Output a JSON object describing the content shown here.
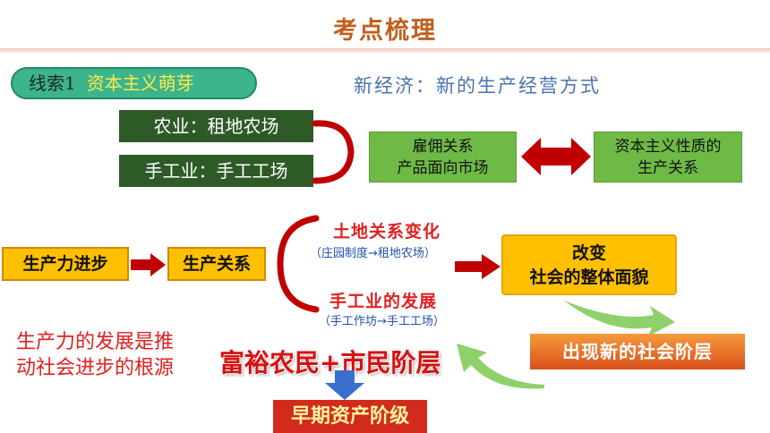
{
  "title": "考点梳理",
  "clue": {
    "label": "线索1",
    "text": "资本主义萌芽"
  },
  "new_economy": "新经济：新的生产经营方式",
  "sources": {
    "agriculture": "农业：租地农场",
    "handicraft": "手工业：手工工场"
  },
  "relations": {
    "line1": "雇佣关系",
    "line2": "产品面向市场"
  },
  "nature": {
    "line1": "资本主义性质的",
    "line2": "生产关系"
  },
  "flow": {
    "productive_forces": "生产力进步",
    "production_relations": "生产关系",
    "land_change": "土地关系变化",
    "land_change_detail": "（庄园制度→租地农场）",
    "craft_dev": "手工业的发展",
    "craft_dev_detail": "（手工作坊→手工工场）",
    "change_line1": "改变",
    "change_line2": "社会的整体面貌",
    "new_class": "出现新的社会阶层",
    "rich": "富裕农民+市民阶层",
    "bourgeoisie": "早期资产阶级"
  },
  "conclusion": {
    "line1": "生产力的发展是推",
    "line2": "动社会进步的根源"
  },
  "colors": {
    "title": "#c0601c",
    "accent_red": "#c00000",
    "green_box": "#2e5a28",
    "light_green": "#6fba46",
    "yellow": "#ffc000"
  }
}
